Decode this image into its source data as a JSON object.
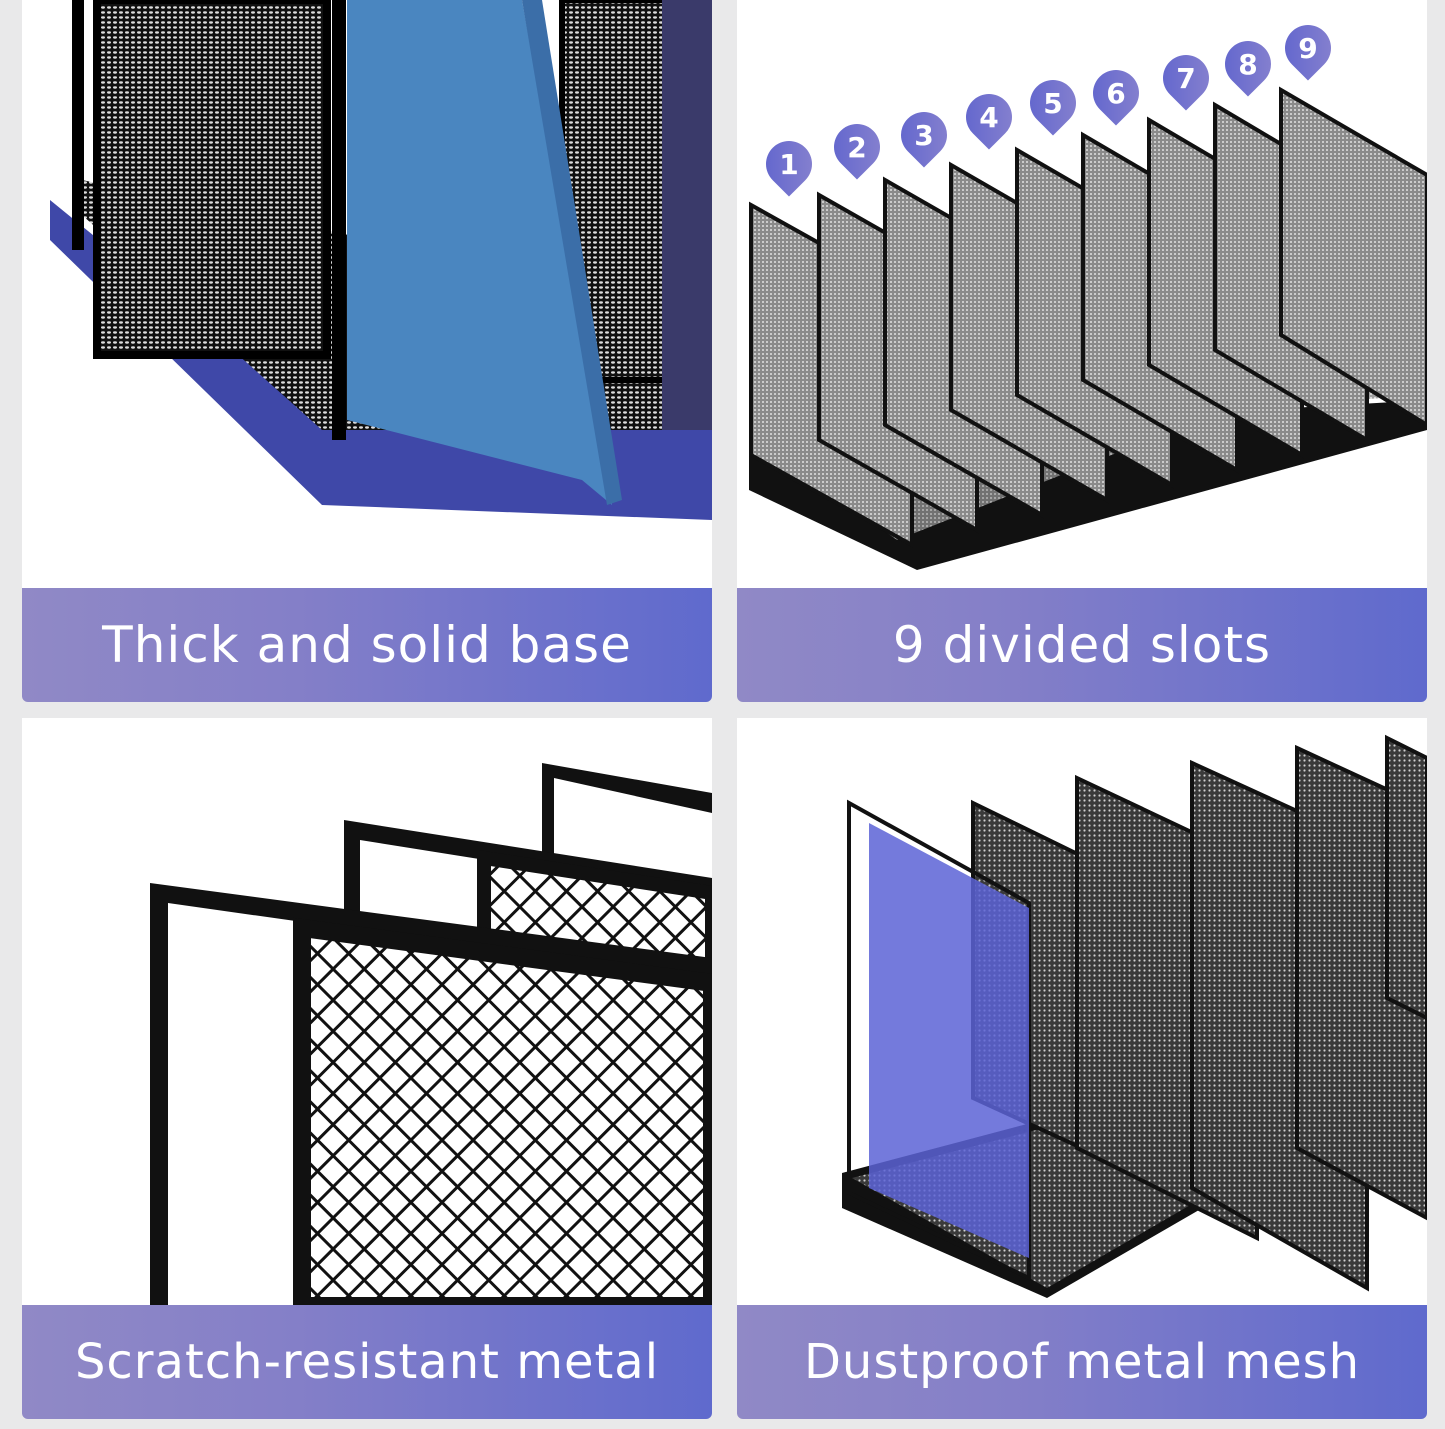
{
  "panels": [
    {
      "id": "base",
      "caption": "Thick and solid base"
    },
    {
      "id": "slots",
      "caption": "9 divided slots",
      "slot_markers": [
        "1",
        "2",
        "3",
        "4",
        "5",
        "6",
        "7",
        "8",
        "9"
      ]
    },
    {
      "id": "metal",
      "caption": "Scratch-resistant metal"
    },
    {
      "id": "mesh",
      "caption": "Dustproof metal mesh"
    }
  ],
  "colors": {
    "caption_gradient_start": "#9089c6",
    "caption_gradient_end": "#5f6acd",
    "base_tray": "#3f48a8",
    "folder": "#4a86c0",
    "background": "#e9e9ea"
  }
}
